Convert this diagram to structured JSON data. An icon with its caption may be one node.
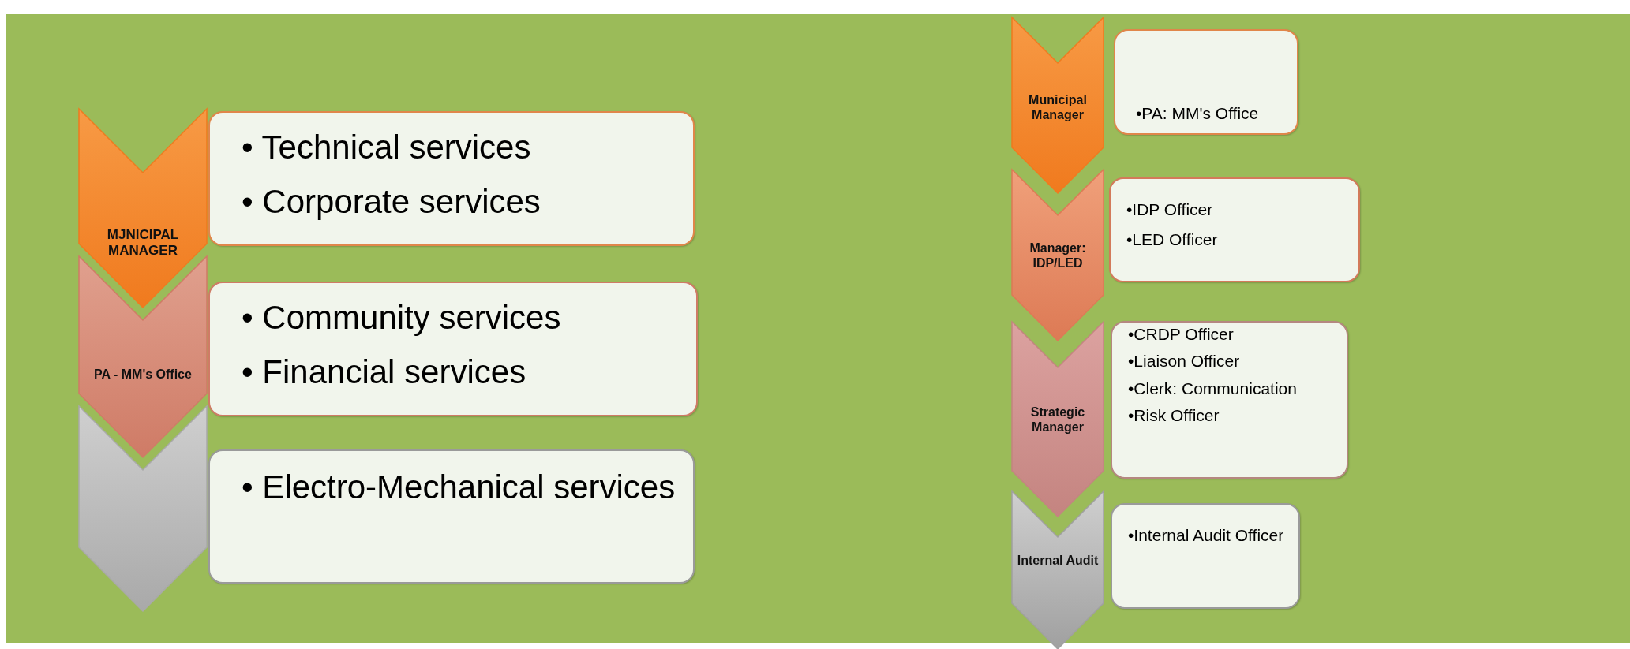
{
  "diagram": {
    "nodes": [
      {
        "text": [
          "MJNICIPAL MANAGER"
        ]
      },
      {
        "text": [
          "• Technical services",
          "• Corporate services"
        ]
      },
      {
        "text": [
          "PA - MM's Office"
        ]
      },
      {
        "text": [
          "• Community services",
          "• Financial services"
        ]
      },
      {
        "text": [],
        "shape": "chevron"
      },
      {
        "text": [
          "• Electro-Mechanical services"
        ]
      },
      {
        "text": [
          "Municipal Manager"
        ]
      },
      {
        "text": [
          "•PA: MM's Office"
        ]
      },
      {
        "text": [
          "Manager: IDP/LED"
        ]
      },
      {
        "text": [
          "•IDP Officer",
          "•LED Officer"
        ]
      },
      {
        "text": [
          "Strategic Manager"
        ]
      },
      {
        "text": [
          "•CRDP Officer",
          "•Liaison Officer",
          "•Clerk: Communication",
          "•Risk Officer"
        ]
      },
      {
        "text": [
          "Internal Audit"
        ]
      },
      {
        "text": [
          "•Internal Audit Officer"
        ]
      }
    ],
    "edges": []
  }
}
